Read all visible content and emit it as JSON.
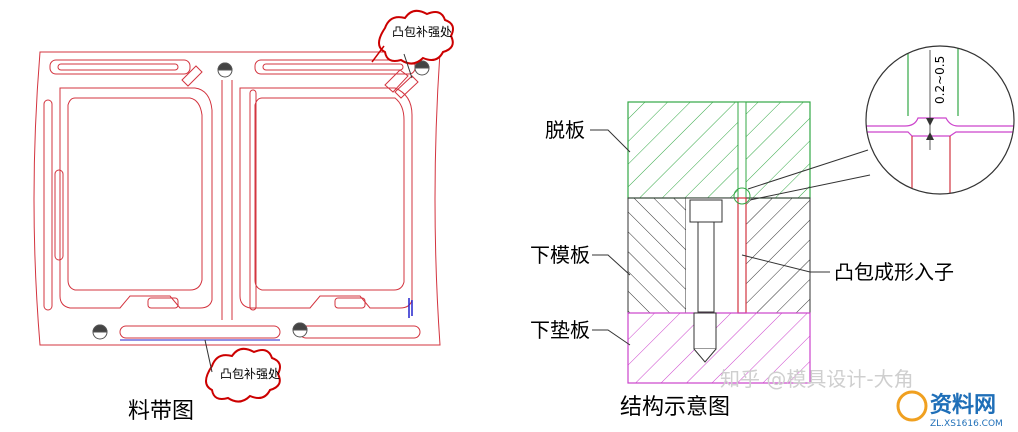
{
  "left": {
    "caption": "料带图",
    "callout_top": "凸包补强处",
    "callout_bottom": "凸包补强处"
  },
  "right": {
    "caption": "结构示意图",
    "label_stripper": "脱板",
    "label_lower_die": "下模板",
    "label_lower_pad": "下垫板",
    "label_punch": "凸包成形入子",
    "dimension": "0.2~0.5"
  },
  "watermark": {
    "text": "知乎 @模具设计-大角",
    "brand": "资料网",
    "brand_url": "ZL.XS1616.COM"
  },
  "colors": {
    "red_line": "#d3343f",
    "green_line": "#33a845",
    "magenta_line": "#cc44cc",
    "callout": "#cc0000",
    "blue_mark": "#2222cc"
  }
}
